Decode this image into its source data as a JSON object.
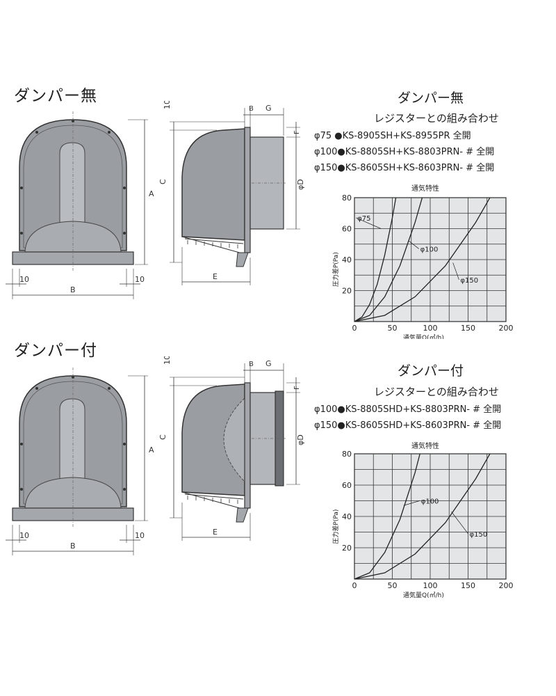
{
  "sections": [
    {
      "title": "ダンパー無",
      "right_title": "ダンパー無",
      "subtitle": "レジスターとの組み合わせ",
      "combos": [
        "φ75 ●KS-8905SH+KS-8955PR 全開",
        "φ100●KS-8805SH+KS-8803PRN- # 全開",
        "φ150●KS-8605SH+KS-8603PRN- # 全開"
      ],
      "dims": {
        "a": "A",
        "b": "B",
        "c": "C",
        "e": "E",
        "f": "F",
        "g": "G",
        "bb": "B",
        "left10": "10",
        "right10": "10",
        "top10": "10",
        "d": "φD"
      }
    },
    {
      "title": "ダンパー付",
      "right_title": "ダンパー付",
      "subtitle": "レジスターとの組み合わせ",
      "combos": [
        "φ100●KS-8805SHD+KS-8803PRN- # 全開",
        "φ150●KS-8605SHD+KS-8603PRN- # 全開"
      ],
      "dims": {
        "a": "A",
        "b": "B",
        "c": "C",
        "e": "E",
        "f": "F",
        "g": "G",
        "bb": "B",
        "left10": "10",
        "right10": "10",
        "top10": "10",
        "d": "φD"
      }
    }
  ],
  "chart_data": [
    {
      "type": "line",
      "title": "通気特性",
      "xlabel": "通気量Q(㎥/h)",
      "ylabel": "圧力差P(Pa)",
      "xlim": [
        0,
        200
      ],
      "ylim": [
        0,
        80
      ],
      "xticks": [
        0,
        50,
        100,
        150,
        200
      ],
      "yticks": [
        20,
        40,
        60,
        80
      ],
      "grid": true,
      "series": [
        {
          "name": "φ75",
          "x": [
            0,
            10,
            20,
            30,
            40,
            50,
            55
          ],
          "y": [
            0,
            3,
            11,
            24,
            43,
            67,
            81
          ]
        },
        {
          "name": "φ100",
          "x": [
            0,
            20,
            40,
            60,
            80,
            90
          ],
          "y": [
            0,
            4,
            16,
            36,
            64,
            81
          ]
        },
        {
          "name": "φ150",
          "x": [
            0,
            40,
            80,
            120,
            160,
            180
          ],
          "y": [
            0,
            4,
            16,
            36,
            64,
            81
          ]
        }
      ]
    },
    {
      "type": "line",
      "title": "通気特性",
      "xlabel": "通気量Q(㎥/h)",
      "ylabel": "圧力差P(Pa)",
      "xlim": [
        0,
        200
      ],
      "ylim": [
        0,
        80
      ],
      "xticks": [
        0,
        50,
        100,
        150,
        200
      ],
      "yticks": [
        20,
        40,
        60,
        80
      ],
      "grid": true,
      "series": [
        {
          "name": "φ100",
          "x": [
            0,
            20,
            40,
            60,
            80,
            87
          ],
          "y": [
            0,
            4,
            17,
            38,
            68,
            81
          ]
        },
        {
          "name": "φ150",
          "x": [
            0,
            40,
            80,
            120,
            160,
            180
          ],
          "y": [
            0,
            4,
            16,
            36,
            64,
            81
          ]
        }
      ]
    }
  ]
}
